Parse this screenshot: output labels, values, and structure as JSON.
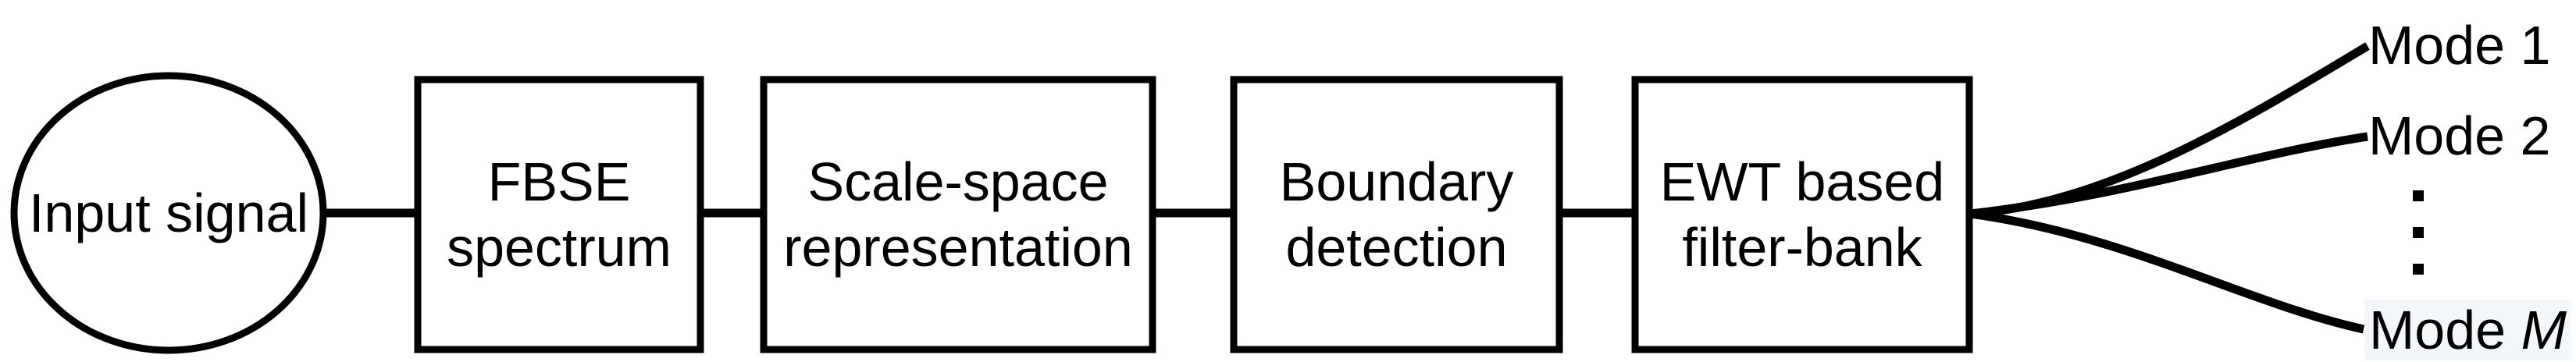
{
  "diagram": {
    "title": "FBSE-EWT block diagram",
    "stroke_color": "#000000",
    "background_color": "#ffffff",
    "highlight_color": "#f4f7fa",
    "input": {
      "shape": "ellipse",
      "label": "Input signal"
    },
    "blocks": [
      {
        "id": "fbse-spectrum",
        "line1": "FBSE",
        "line2": "spectrum"
      },
      {
        "id": "scale-space-representation",
        "line1": "Scale-space",
        "line2": "representation"
      },
      {
        "id": "boundary-detection",
        "line1": "Boundary",
        "line2": "detection"
      },
      {
        "id": "ewt-filter-bank",
        "line1": "EWT based",
        "line2": "filter-bank"
      }
    ],
    "outputs": [
      {
        "id": "mode-1",
        "label": "Mode 1",
        "italic_suffix": ""
      },
      {
        "id": "mode-2",
        "label": "Mode 2",
        "italic_suffix": ""
      },
      {
        "id": "mode-m",
        "label": "Mode ",
        "italic_suffix": "M",
        "highlighted": true
      }
    ],
    "ellipsis_symbol": "vertical-ellipsis",
    "ellipsis_dot_count": 3,
    "arrow_count": 4,
    "branch_count": 3
  }
}
